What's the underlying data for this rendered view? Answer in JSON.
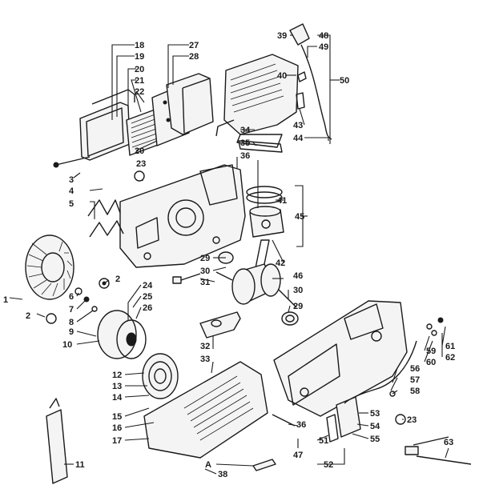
{
  "diagram": {
    "callouts": [
      "1",
      "2",
      "2",
      "3",
      "4",
      "5",
      "6",
      "7",
      "8",
      "9",
      "10",
      "11",
      "12",
      "13",
      "14",
      "15",
      "16",
      "17",
      "18",
      "19",
      "20",
      "20",
      "21",
      "22",
      "23",
      "23",
      "24",
      "25",
      "26",
      "27",
      "28",
      "29",
      "29",
      "30",
      "30",
      "31",
      "32",
      "33",
      "34",
      "35",
      "36",
      "36",
      "38",
      "39",
      "40",
      "41",
      "42",
      "43",
      "44",
      "45",
      "46",
      "47",
      "48",
      "49",
      "50",
      "51",
      "52",
      "53",
      "54",
      "55",
      "56",
      "57",
      "58",
      "59",
      "60",
      "61",
      "62",
      "63",
      "A"
    ]
  }
}
